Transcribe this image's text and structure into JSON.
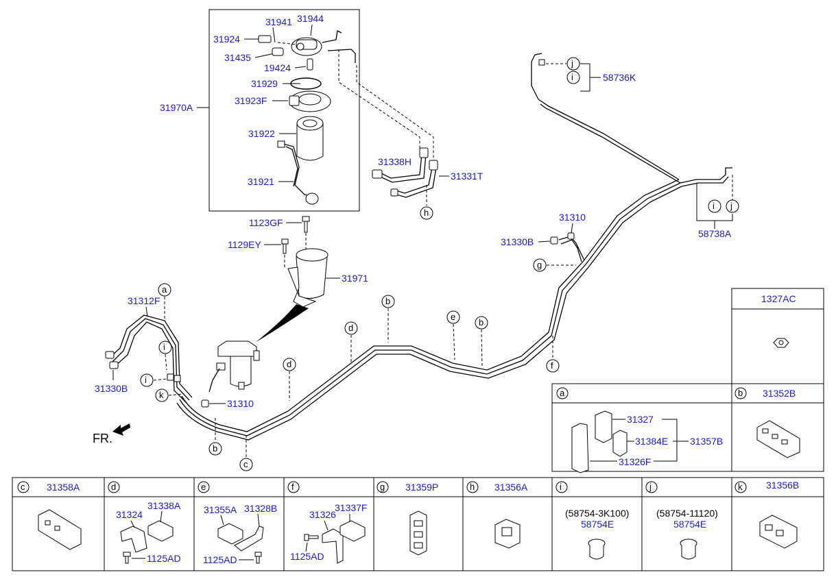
{
  "labels": {
    "p31941": "31941",
    "p31944": "31944",
    "p31924": "31924",
    "p31435": "31435",
    "p19424": "19424",
    "p31929": "31929",
    "p31923F": "31923F",
    "p31970A": "31970A",
    "p31922": "31922",
    "p31921": "31921",
    "p1123GF": "1123GF",
    "p1129EY": "1129EY",
    "p31971": "31971",
    "p31338H": "31338H",
    "p31331T": "31331T",
    "p58736K": "58736K",
    "p58738A": "58738A",
    "p31310_top": "31310",
    "p31330B_top": "31330B",
    "p31312F": "31312F",
    "p31330B_left": "31330B",
    "p31310_mid": "31310",
    "fr": "FR."
  },
  "letters": {
    "j1": "j",
    "i1": "i",
    "h": "h",
    "i2": "i",
    "j2": "j",
    "g": "g",
    "a": "a",
    "b1": "b",
    "e": "e",
    "b2": "b",
    "d1": "d",
    "i3": "i",
    "d2": "d",
    "i4": "i",
    "k": "k",
    "f": "f",
    "b3": "b",
    "c": "c"
  },
  "boxes": {
    "ac1327": "1327AC",
    "a_letter": "a",
    "a_p31327": "31327",
    "a_p31384E": "31384E",
    "a_p31357B": "31357B",
    "a_p31326F": "31326F",
    "b_letter": "b",
    "b_num": "31352B",
    "c_letter": "c",
    "c_num": "31358A",
    "d_letter": "d",
    "d_p31324": "31324",
    "d_p31338A": "31338A",
    "d_p1125AD": "1125AD",
    "e_letter": "e",
    "e_p31355A": "31355A",
    "e_p31328B": "31328B",
    "e_p1125AD": "1125AD",
    "f_letter": "f",
    "f_p31326": "31326",
    "f_p31337F": "31337F",
    "f_p1125AD": "1125AD",
    "g_letter": "g",
    "g_num": "31359P",
    "h_letter": "h",
    "h_num": "31356A",
    "i_letter": "i",
    "i_ref": "(58754-3K100)",
    "i_num": "58754E",
    "j_letter": "j",
    "j_ref": "(58754-11120)",
    "j_num": "58754E",
    "k_letter": "k",
    "k_num": "31356B"
  }
}
